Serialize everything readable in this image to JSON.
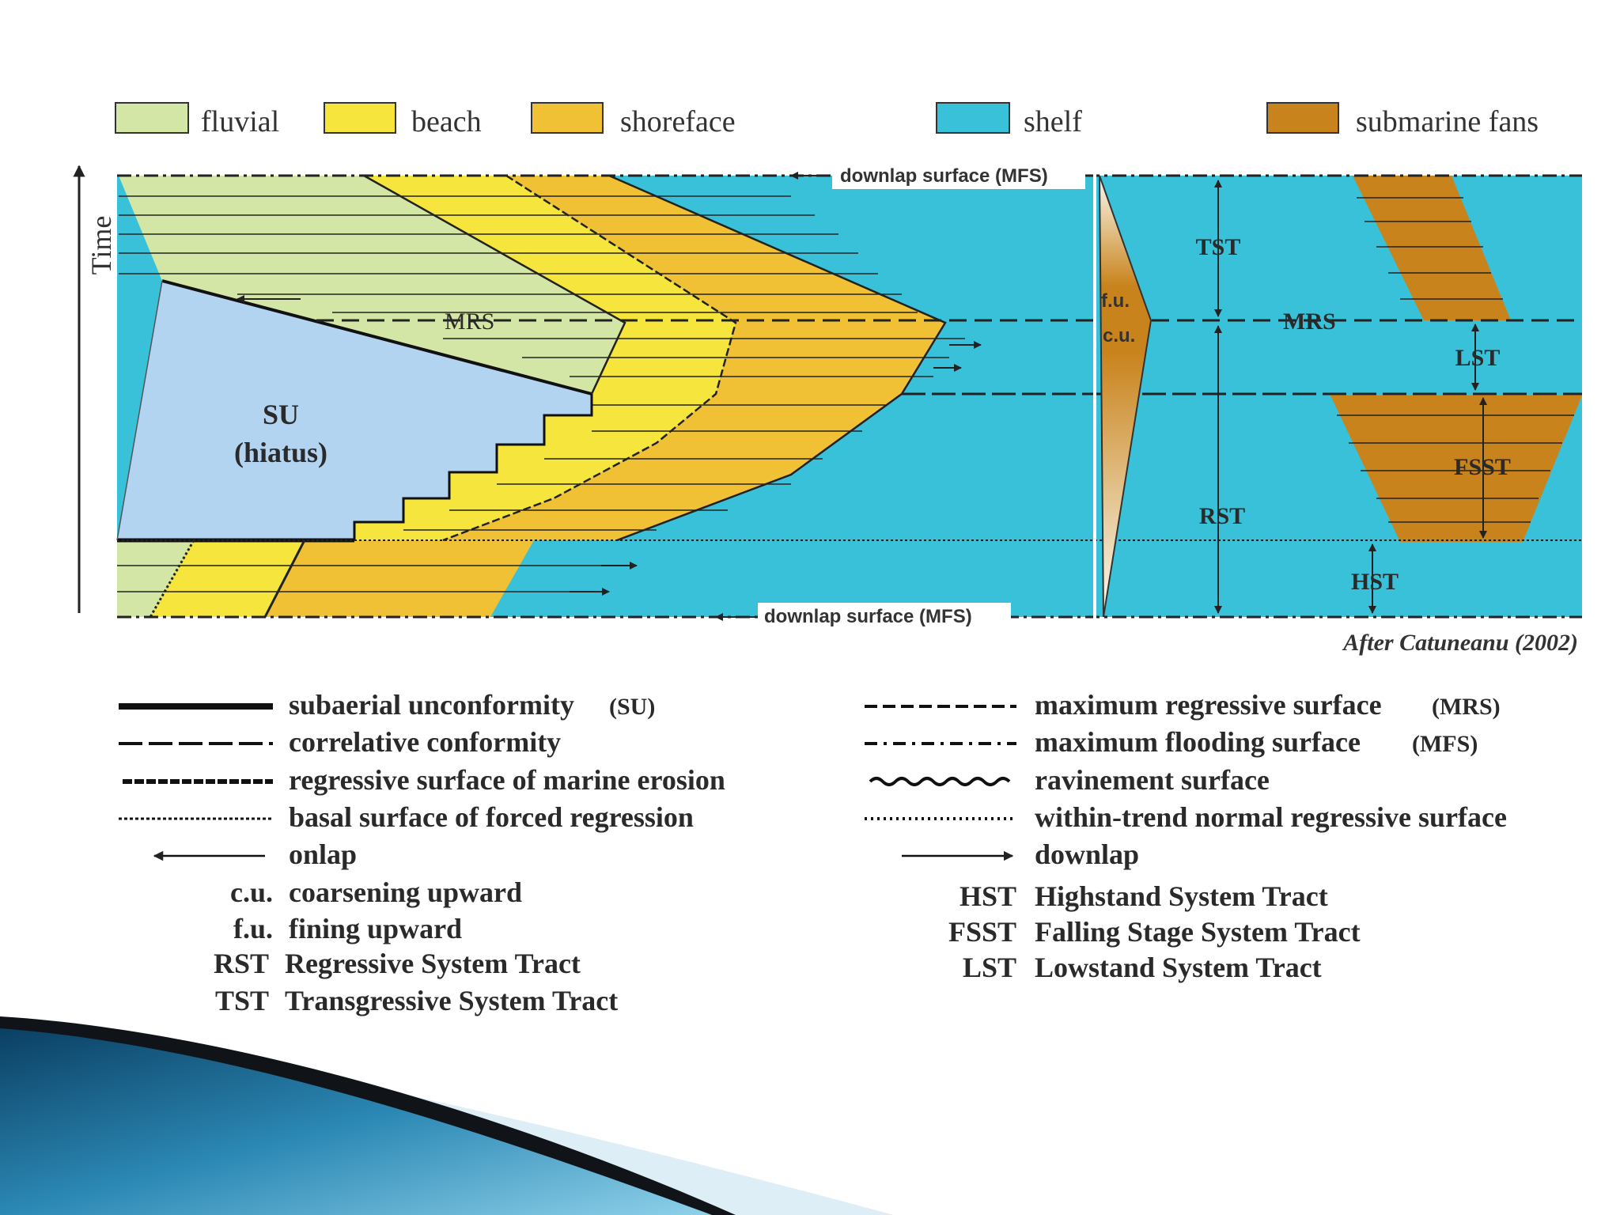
{
  "facies_legend": [
    {
      "label": "fluvial",
      "color": "#d4e6a5"
    },
    {
      "label": "beach",
      "color": "#f5e53c"
    },
    {
      "label": "shoreface",
      "color": "#f0c035"
    },
    {
      "label": "shelf",
      "color": "#38c1d8"
    },
    {
      "label": "submarine fans",
      "color": "#c9831c"
    }
  ],
  "axis": {
    "time_label": "Time"
  },
  "diagram_labels": {
    "downlap_top": "downlap surface (MFS)",
    "downlap_bottom": "downlap surface (MFS)",
    "mrs_left": "MRS",
    "mrs_right": "MRS",
    "su_title": "SU",
    "su_subtitle": "(hiatus)",
    "fu": "f.u.",
    "cu": "c.u.",
    "tst": "TST",
    "lst": "LST",
    "fsst": "FSST",
    "rst": "RST",
    "hst": "HST"
  },
  "credit": "After Catuneanu (2002)",
  "line_legend_left": [
    {
      "style": "solid-thick",
      "label": "subaerial unconformity",
      "abbr": "(SU)"
    },
    {
      "style": "long-dash",
      "label": "correlative conformity",
      "abbr": ""
    },
    {
      "style": "hatched",
      "label": "regressive surface of marine erosion",
      "abbr": ""
    },
    {
      "style": "dotted",
      "label": "basal surface of forced regression",
      "abbr": ""
    },
    {
      "style": "onlap-arrow",
      "label": "onlap",
      "abbr": ""
    }
  ],
  "line_legend_right": [
    {
      "style": "dashed",
      "label": "maximum regressive surface",
      "abbr": "(MRS)"
    },
    {
      "style": "dash-dot",
      "label": "maximum flooding surface",
      "abbr": "(MFS)"
    },
    {
      "style": "wavy",
      "label": "ravinement surface",
      "abbr": ""
    },
    {
      "style": "dense-dotted",
      "label": "within-trend normal regressive surface",
      "abbr": ""
    },
    {
      "style": "downlap-arrow",
      "label": "downlap",
      "abbr": ""
    }
  ],
  "abbrev_left": [
    {
      "abbr": "c.u.",
      "text": "coarsening upward"
    },
    {
      "abbr": "f.u.",
      "text": "fining upward"
    },
    {
      "abbr": "RST",
      "text": "Regressive System Tract"
    },
    {
      "abbr": "TST",
      "text": "Transgressive System Tract"
    }
  ],
  "abbrev_right": [
    {
      "abbr": "HST",
      "text": "Highstand System Tract"
    },
    {
      "abbr": "FSST",
      "text": "Falling Stage System Tract"
    },
    {
      "abbr": "LST",
      "text": "Lowstand System Tract"
    }
  ]
}
